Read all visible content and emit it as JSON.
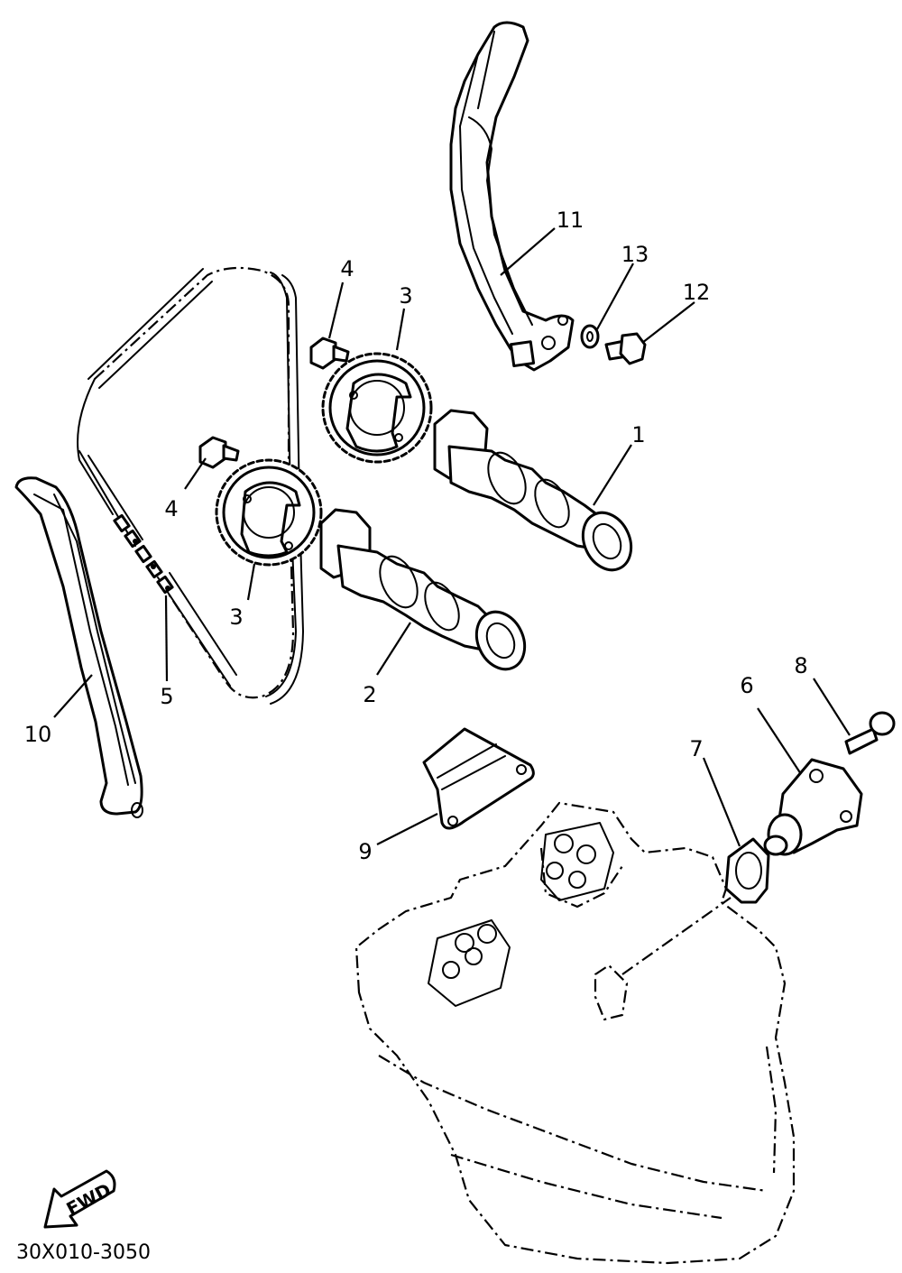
{
  "diagram": {
    "code": "30X010-3050",
    "direction_label": "FWD",
    "callouts": [
      {
        "id": "1",
        "label": "1"
      },
      {
        "id": "2",
        "label": "2"
      },
      {
        "id": "3a",
        "label": "3"
      },
      {
        "id": "3b",
        "label": "3"
      },
      {
        "id": "4a",
        "label": "4"
      },
      {
        "id": "4b",
        "label": "4"
      },
      {
        "id": "5",
        "label": "5"
      },
      {
        "id": "6",
        "label": "6"
      },
      {
        "id": "7",
        "label": "7"
      },
      {
        "id": "8",
        "label": "8"
      },
      {
        "id": "9",
        "label": "9"
      },
      {
        "id": "10",
        "label": "10"
      },
      {
        "id": "11",
        "label": "11"
      },
      {
        "id": "12",
        "label": "12"
      },
      {
        "id": "13",
        "label": "13"
      }
    ]
  }
}
